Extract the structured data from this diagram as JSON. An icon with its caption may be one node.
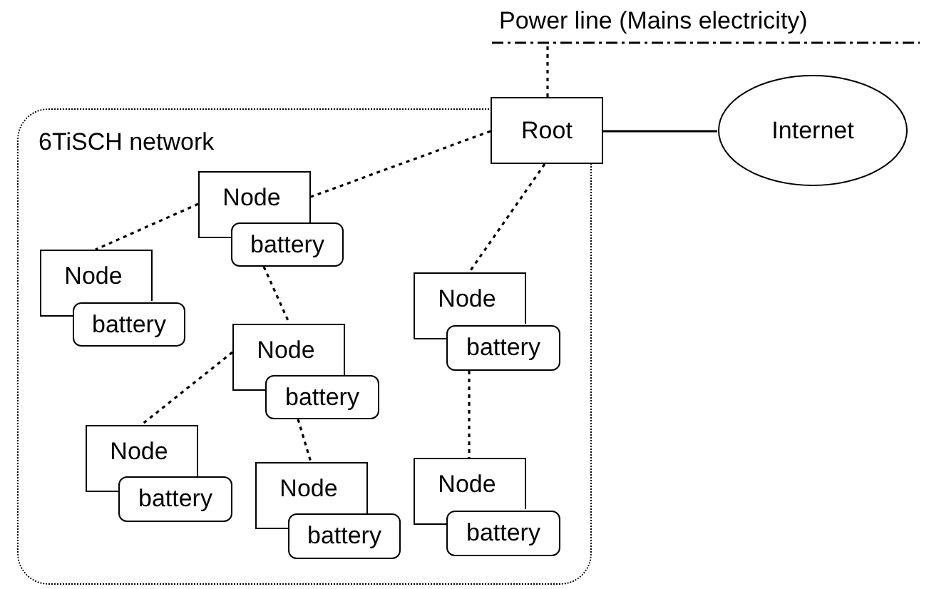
{
  "diagram": {
    "nodes": [
      {
        "text": [
          "Power line (Mains electricity)"
        ]
      },
      {
        "text": [
          "Root"
        ]
      },
      {
        "text": [
          "Internet"
        ]
      },
      {
        "text": [
          "6TiSCH network"
        ]
      },
      {
        "text": [
          "Node"
        ],
        "in": 3
      },
      {
        "text": [
          "battery"
        ],
        "in": 3
      },
      {
        "text": [
          "Node"
        ],
        "in": 3
      },
      {
        "text": [
          "battery"
        ],
        "in": 3
      },
      {
        "text": [
          "Node"
        ],
        "in": 3
      },
      {
        "text": [
          "battery"
        ],
        "in": 3
      },
      {
        "text": [
          "Node"
        ],
        "in": 3
      },
      {
        "text": [
          "battery"
        ],
        "in": 3
      },
      {
        "text": [
          "Node"
        ],
        "in": 3
      },
      {
        "text": [
          "battery"
        ],
        "in": 3
      },
      {
        "text": [
          "Node"
        ],
        "in": 3
      },
      {
        "text": [
          "battery"
        ],
        "in": 3
      },
      {
        "text": [
          "Node"
        ],
        "in": 3
      },
      {
        "text": [
          "battery"
        ],
        "in": 3
      }
    ],
    "edges": [
      {
        "from": 1,
        "to": 0,
        "arrow": "none",
        "style": "dashed"
      },
      {
        "from": 1,
        "to": 2,
        "arrow": "none"
      },
      {
        "from": 1,
        "to": 4,
        "arrow": "none",
        "style": "dashed"
      },
      {
        "from": 4,
        "to": 6,
        "arrow": "none",
        "style": "dashed"
      },
      {
        "from": 5,
        "to": 10,
        "arrow": "none",
        "style": "dashed"
      },
      {
        "from": 10,
        "to": 12,
        "arrow": "none",
        "style": "dashed"
      },
      {
        "from": 11,
        "to": 14,
        "arrow": "none",
        "style": "dashed"
      },
      {
        "from": 1,
        "to": 8,
        "arrow": "none",
        "style": "dashed"
      },
      {
        "from": 9,
        "to": 16,
        "arrow": "none",
        "style": "dashed"
      }
    ]
  }
}
